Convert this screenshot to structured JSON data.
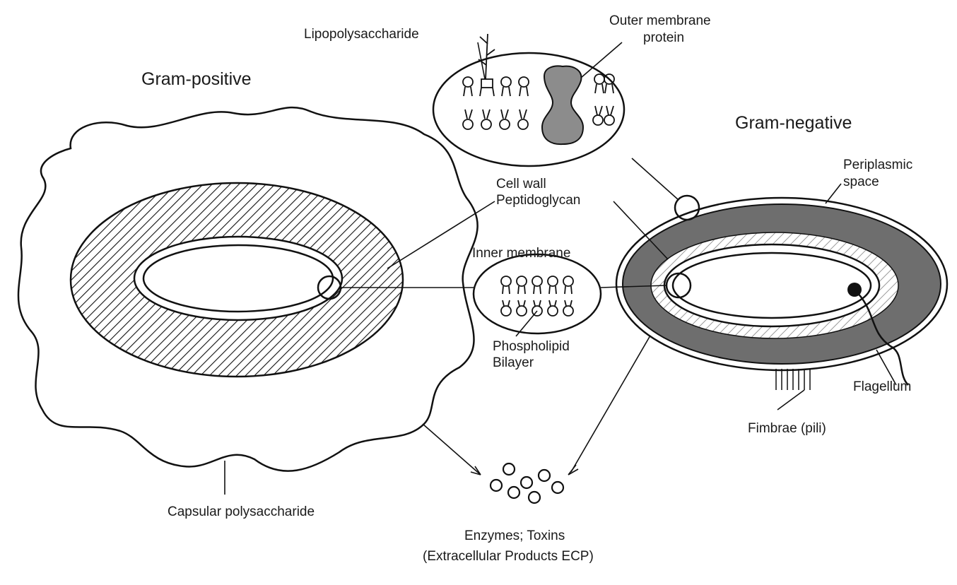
{
  "headings": {
    "gram_positive": "Gram-positive",
    "gram_negative": "Gram-negative"
  },
  "labels": {
    "lipopolysaccharide": "Lipopolysaccharide",
    "outer_membrane_protein_1": "Outer membrane",
    "outer_membrane_protein_2": "protein",
    "cell_wall_1": "Cell wall",
    "cell_wall_2": "Peptidoglycan",
    "periplasmic_1": "Periplasmic",
    "periplasmic_2": "space",
    "inner_membrane": "Inner membrane",
    "phospholipid_1": "Phospholipid",
    "phospholipid_2": "Bilayer",
    "flagellum": "Flagellum",
    "fimbrae": "Fimbrae (pili)",
    "capsular": "Capsular polysaccharide",
    "ecp_1": "Enzymes; Toxins",
    "ecp_2": "(Extracellular Products ECP)"
  },
  "colors": {
    "ink": "#111111",
    "periplasm_fill": "#6e6e6e",
    "outer_protein_fill": "#8c8c8c",
    "background": "#ffffff"
  }
}
